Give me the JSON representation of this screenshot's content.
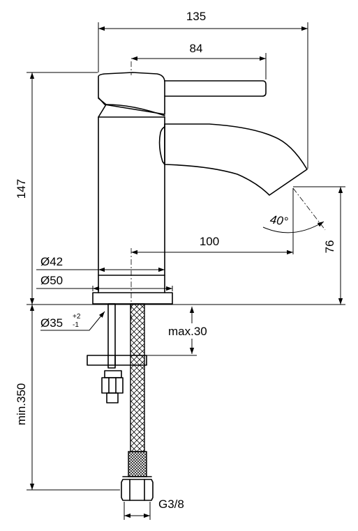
{
  "dimensions": {
    "total_width": "135",
    "lever_length": "84",
    "total_height": "147",
    "spout_reach": "100",
    "spout_height": "76",
    "spout_angle": "40°",
    "body_diameter": "Ø42",
    "base_diameter": "Ø50",
    "hole_diameter": "Ø35",
    "hole_tolerance_plus": "+2",
    "hole_tolerance_minus": "-1",
    "max_thickness": "max.30",
    "hose_length": "min.350",
    "thread": "G3/8"
  }
}
